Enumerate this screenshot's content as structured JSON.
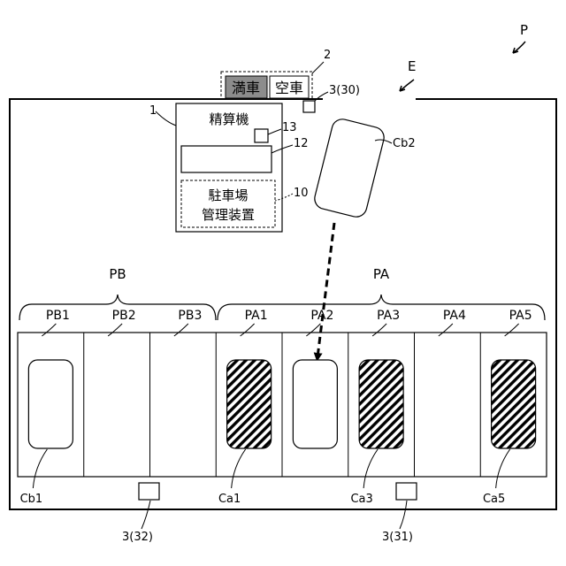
{
  "labels": {
    "page": "P",
    "entrance": "E",
    "sign_ref": "2",
    "sign_full": "満車",
    "sign_empty": "空車",
    "sensor_entry": "3(30)",
    "sensor_a": "3(31)",
    "sensor_b": "3(32)",
    "machine_ref": "1",
    "machine_title": "精算機",
    "ref_13": "13",
    "ref_12": "12",
    "ref_10": "10",
    "device_line1": "駐車場",
    "device_line2": "管理装置",
    "group_b": "PB",
    "group_a": "PA",
    "car_moving": "Cb2"
  },
  "spaces": [
    {
      "label": "PB1",
      "car": "Cb1",
      "car_state": "outline"
    },
    {
      "label": "PB2",
      "car": "",
      "car_state": "none"
    },
    {
      "label": "PB3",
      "car": "",
      "car_state": "none"
    },
    {
      "label": "PA1",
      "car": "Ca1",
      "car_state": "hatched"
    },
    {
      "label": "PA2",
      "car": "",
      "car_state": "target"
    },
    {
      "label": "PA3",
      "car": "Ca3",
      "car_state": "hatched"
    },
    {
      "label": "PA4",
      "car": "",
      "car_state": "none"
    },
    {
      "label": "PA5",
      "car": "Ca5",
      "car_state": "hatched"
    }
  ]
}
